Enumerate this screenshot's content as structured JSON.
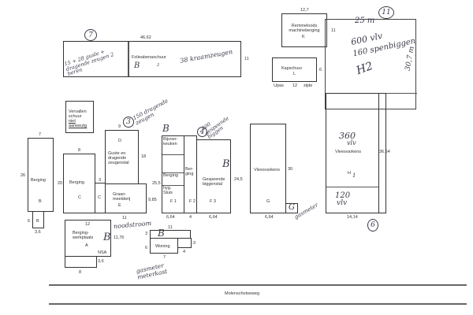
{
  "road": {
    "name": "Molenschotseweg"
  },
  "buildings": {
    "b7": {
      "label": "Folieabenaschuur",
      "letter": "J",
      "width": "46,62",
      "depth": "11",
      "note_left": "15 + 28 gusle + dragende zeugen 2 beren",
      "note_right": "38 kraamzeugen",
      "marker": "B",
      "number": "7"
    },
    "k": {
      "label": "Remmeloods machineberging",
      "letter": "K",
      "width": "12,7",
      "depth": "11"
    },
    "l": {
      "label": "Kapschuur",
      "letter": "L",
      "depth": "6",
      "below": [
        "Upas",
        "12",
        "zijde"
      ]
    },
    "h2": {
      "width": "25 m",
      "depth": "30,7 m",
      "note": [
        "600 vlv",
        "160 spenbiggen"
      ],
      "letter": "H2",
      "number": "11"
    },
    "h1": {
      "label": "Vleesvarkens",
      "letter": "H",
      "sub": "1",
      "note_top": [
        "360",
        "vlv"
      ],
      "note_bottom": [
        "120",
        "vlv"
      ],
      "depth": "36,64",
      "width": "14,14",
      "number": "6"
    },
    "vervallen": {
      "lines": [
        "Vervallen",
        "schuur",
        "niet",
        "aanwezig"
      ]
    },
    "berging_b": {
      "label": "Berging",
      "letter": "B",
      "width": "7",
      "depth": "26",
      "small_letter": "B",
      "small_depth": "6",
      "small_width": "3,6"
    },
    "berging_c": {
      "label": "Berging",
      "letter": "C",
      "width": "8",
      "depth": "20",
      "small_letter": "C",
      "small_width": "3"
    },
    "d": {
      "label": "Guste en dragende zeugenstal",
      "letter": "D",
      "width": "9",
      "depth": "18",
      "number": "3",
      "note": "150 dragende zeugen"
    },
    "e": {
      "label": "Graan-meelderij",
      "letter": "E",
      "depth": "9,85",
      "width": "11"
    },
    "f": {
      "labels": {
        "bijvoer": "Bijvoer-keuken",
        "berging1": "Berging",
        "hyg": "hyg. Sluis",
        "berging2": "Ber-ging",
        "f3": "Gespeende biggenstal"
      },
      "letters": [
        "F 1",
        "F 2",
        "F 3"
      ],
      "depth_left": "25,5",
      "depth_right": "24,5",
      "widths": [
        "6,64",
        "4",
        "6,64"
      ],
      "marker": "B",
      "marker2": "B",
      "number": "4",
      "note": "400 gespeende biggen"
    },
    "g": {
      "label": "Vleesvarkens",
      "letter": "G",
      "depth": "30",
      "width": "6,64",
      "small": "G",
      "note": "gasmeter"
    },
    "a": {
      "label": "Berging-werkplaats",
      "letter": "A",
      "sub": "NSA",
      "width": "12",
      "depth": "11,76",
      "lower_depth": "3,6",
      "lower_width": "8",
      "marker": "B",
      "note": "noodstroom"
    },
    "woning": {
      "label": "Woning",
      "top_width": "11",
      "left_a": "3",
      "left_b": "6",
      "right": "3",
      "bottom_a": "7",
      "bottom_b": "4",
      "marker": "B",
      "note": "gasmeter meterkast"
    }
  }
}
